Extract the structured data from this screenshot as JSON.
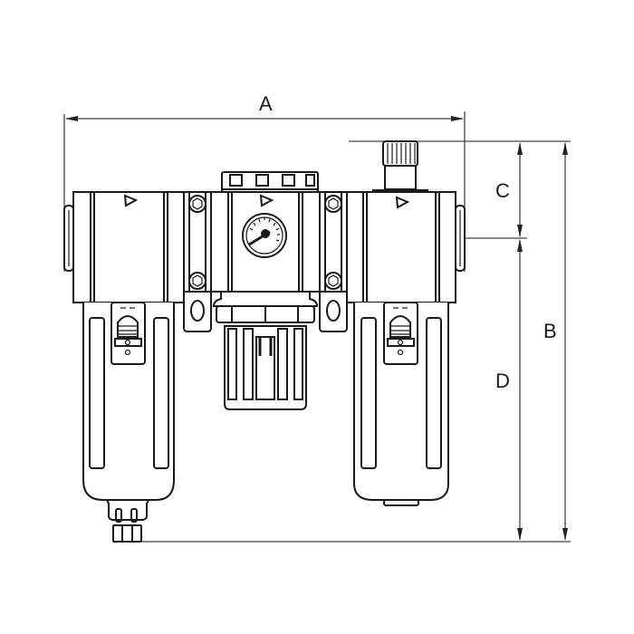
{
  "drawing": {
    "subject": "Filter-Regulator-Lubricator (FRL) unit, front view",
    "dimension_labels": {
      "A": "A",
      "B": "B",
      "C": "C",
      "D": "D"
    },
    "components": [
      {
        "name": "filter",
        "position": "left"
      },
      {
        "name": "regulator",
        "position": "center",
        "has_gauge": true
      },
      {
        "name": "lubricator",
        "position": "right",
        "has_adjust_knob": true
      }
    ],
    "colors": {
      "line": "#1a1a1a",
      "dimension_line": "#444444",
      "background": "#ffffff"
    }
  }
}
